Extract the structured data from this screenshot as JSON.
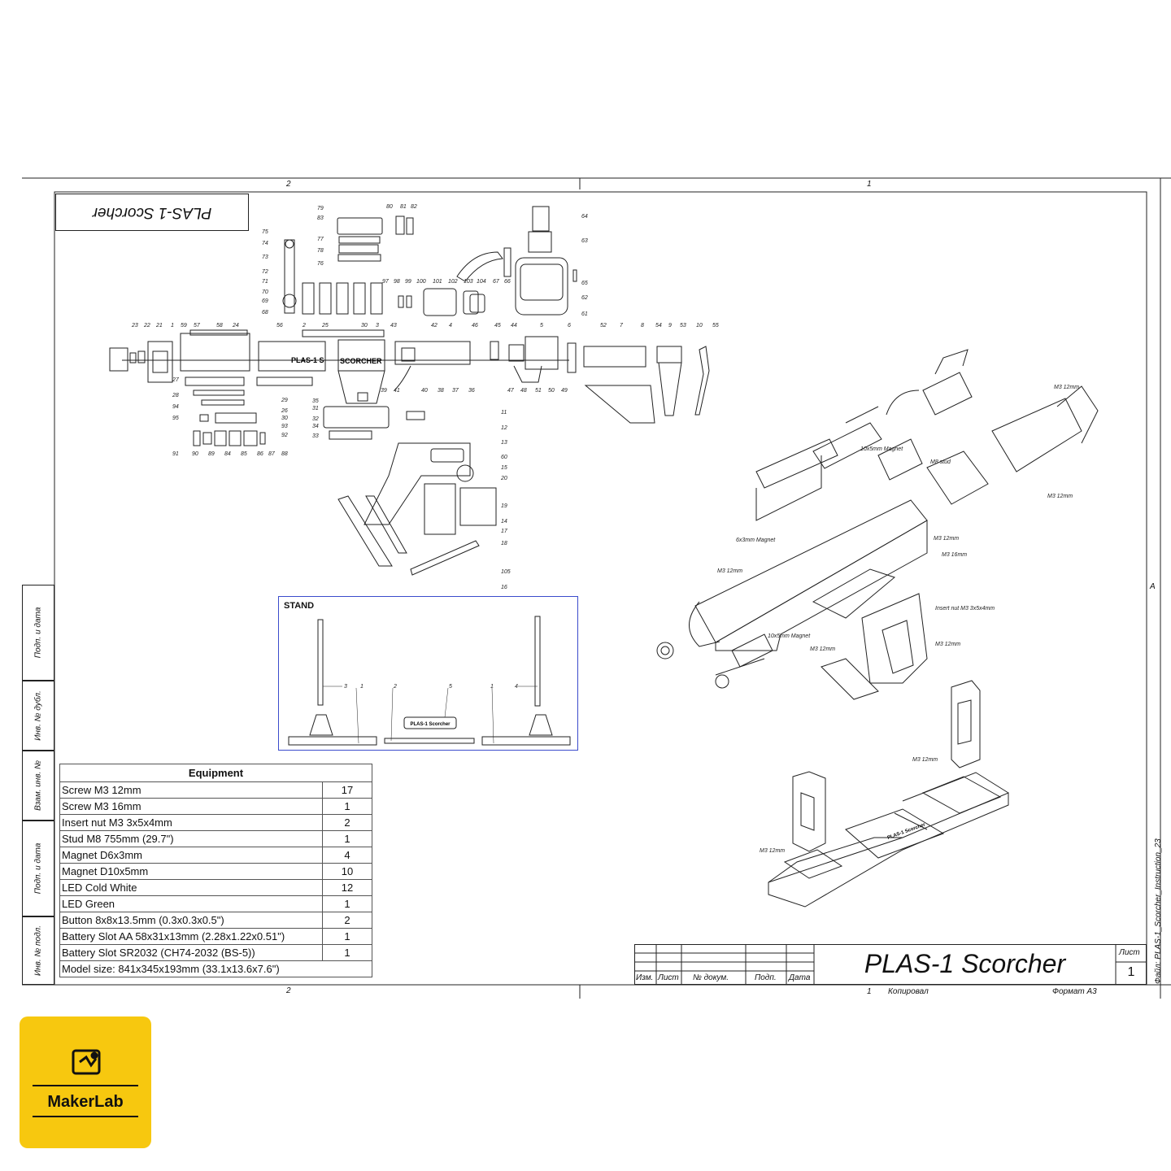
{
  "zones": {
    "top_left": "2",
    "top_right": "1",
    "bottom_left": "2",
    "right_side": "A"
  },
  "inverted_title": "PLAS-1 Scorcher",
  "side_stamp": [
    "Подп. и дата",
    "Инв. № дубл.",
    "Взам. инв. №",
    "Подп. и дата",
    "Инв. № подл."
  ],
  "file_label": "Файл: PLAS-1_Scorcher_Instruction_23",
  "stand": {
    "title": "STAND",
    "callouts": [
      "3",
      "1",
      "2",
      "5",
      "1",
      "4"
    ],
    "plate_label": "PLAS-1 Scorcher"
  },
  "exploded_callouts": [
    "79",
    "83",
    "80",
    "81",
    "82",
    "77",
    "78",
    "76",
    "75",
    "74",
    "73",
    "72",
    "71",
    "70",
    "69",
    "68",
    "64",
    "63",
    "65",
    "62",
    "61",
    "97",
    "98",
    "99",
    "100",
    "101",
    "102",
    "103",
    "104",
    "67",
    "66",
    "23",
    "22",
    "21",
    "1",
    "59",
    "57",
    "58",
    "24",
    "56",
    "2",
    "25",
    "30",
    "3",
    "43",
    "42",
    "4",
    "46",
    "45",
    "44",
    "5",
    "6",
    "52",
    "7",
    "8",
    "54",
    "9",
    "53",
    "10",
    "55",
    "27",
    "28",
    "29",
    "26",
    "30",
    "93",
    "92",
    "94",
    "95",
    "91",
    "90",
    "89",
    "84",
    "85",
    "86",
    "87",
    "88",
    "35",
    "31",
    "32",
    "34",
    "33",
    "39",
    "41",
    "40",
    "38",
    "37",
    "36",
    "47",
    "48",
    "51",
    "50",
    "49",
    "11",
    "12",
    "13",
    "60",
    "15",
    "20",
    "19",
    "14",
    "17",
    "18",
    "105",
    "16"
  ],
  "assembly_labels": [
    "M3 12mm",
    "10x5mm Magnet",
    "M8 stud",
    "M3 12mm",
    "6x3mm Magnet",
    "M3 12mm",
    "M3 16mm",
    "M3 12mm",
    "Insert nut M3 3x5x4mm",
    "10x5mm Magnet",
    "M3 12mm",
    "M3 12mm",
    "M3 12mm",
    "M3 12mm"
  ],
  "body_labels": {
    "top": "PLAS-1 S",
    "side": "SCORCHER"
  },
  "stand_plate_iso": "PLAS-1 Scorcher",
  "equipment": {
    "title": "Equipment",
    "rows": [
      {
        "name": "Screw M3 12mm",
        "qty": "17"
      },
      {
        "name": "Screw M3 16mm",
        "qty": "1"
      },
      {
        "name": "Insert nut M3 3x5x4mm",
        "qty": "2"
      },
      {
        "name": "Stud M8 755mm (29.7\")",
        "qty": "1"
      },
      {
        "name": "Magnet D6x3mm",
        "qty": "4"
      },
      {
        "name": "Magnet D10x5mm",
        "qty": "10"
      },
      {
        "name": "LED Cold White",
        "qty": "12"
      },
      {
        "name": "LED Green",
        "qty": "1"
      },
      {
        "name": "Button 8x8x13.5mm (0.3x0.3x0.5\")",
        "qty": "2"
      },
      {
        "name": "Battery Slot AA 58x31x13mm (2.28x1.22x0.51\")",
        "qty": "1"
      },
      {
        "name": "Battery Slot SR2032 (CH74-2032 (BS-5))",
        "qty": "1"
      }
    ],
    "footer": "Model size: 841x345x193mm (33.1x13.6x7.6\")"
  },
  "title_block": {
    "headers": [
      "Изм.",
      "Лист",
      "№ докум.",
      "Подп.",
      "Дата"
    ],
    "title": "PLAS-1 Scorcher",
    "sheet_label": "Лист",
    "sheet_no": "1",
    "below": [
      "1",
      "Копировал",
      "Формат А3"
    ]
  },
  "logo": {
    "text": "MakerLab",
    "color": "#f7c80f"
  },
  "colors": {
    "line": "#222222",
    "stand_frame": "#3b4bcc"
  }
}
